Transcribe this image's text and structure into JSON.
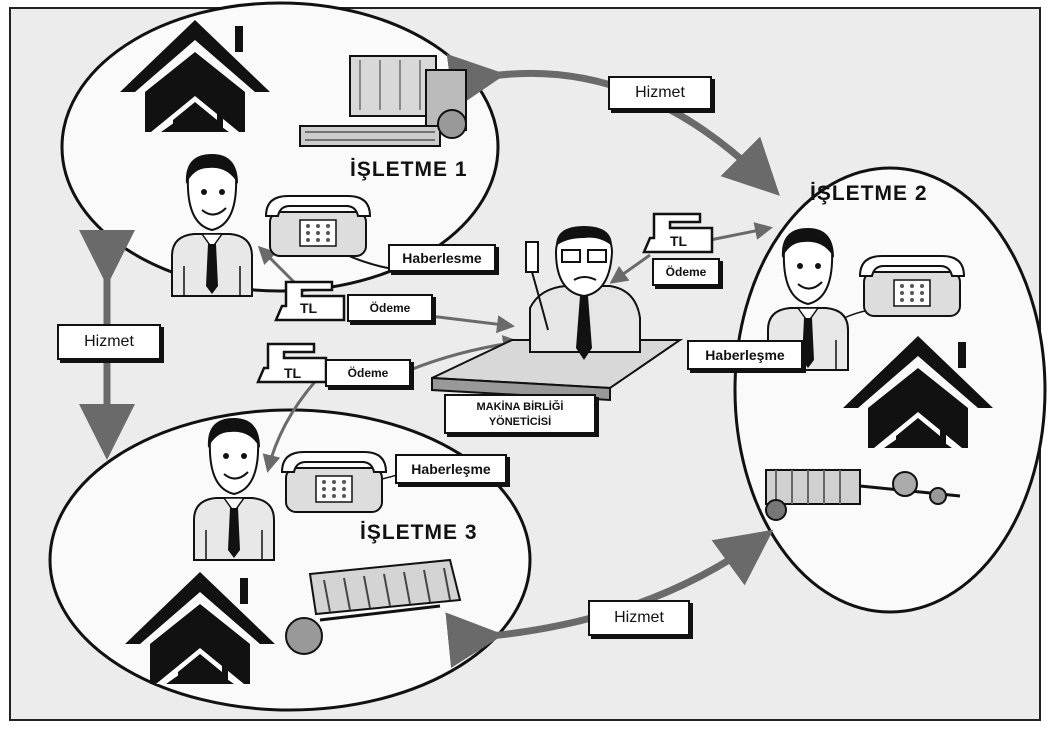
{
  "farms": [
    {
      "title": "İŞLETME 1"
    },
    {
      "title": "İŞLETME 2"
    },
    {
      "title": "İŞLETME 3"
    }
  ],
  "manager": {
    "line1": "MAKİNA BİRLİĞİ",
    "line2": "YÖNETİCİSİ"
  },
  "labels": {
    "hizmet_top": "Hizmet",
    "hizmet_left": "Hizmet",
    "hizmet_bottom": "Hizmet",
    "haberlesme_1": "Haberlesme",
    "haberlesme_2": "Haberleşme",
    "haberlesme_3": "Haberleşme",
    "odeme_1": "Ödeme",
    "odeme_2": "Ödeme",
    "odeme_3": "Ödeme",
    "tl": "TL"
  },
  "colors": {
    "ink": "#111111",
    "background": "#ececec",
    "arrow": "#6a6a6a"
  }
}
